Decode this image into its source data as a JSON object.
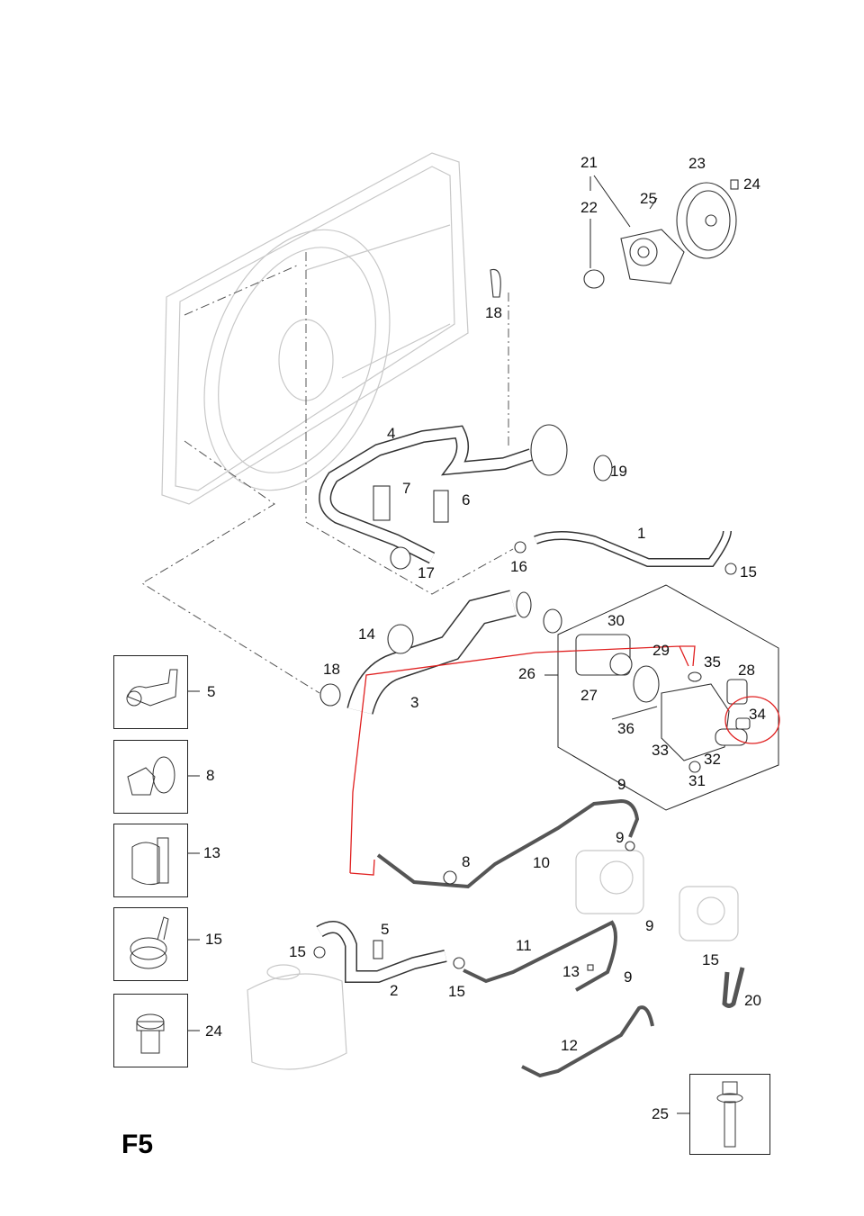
{
  "page": {
    "title": "F5"
  },
  "colors": {
    "annotation": "#e02020",
    "line": "#222222",
    "ghost": "#c8c8c8"
  },
  "labels": {
    "p1": "1",
    "p2": "2",
    "p3": "3",
    "p4": "4",
    "p5": "5",
    "p6": "6",
    "p7": "7",
    "p8": "8",
    "p9a": "9",
    "p9b": "9",
    "p9c": "9",
    "p9d": "9",
    "p10": "10",
    "p11": "11",
    "p12": "12",
    "p13": "13",
    "p14": "14",
    "p15a": "15",
    "p15b": "15",
    "p15c": "15",
    "p15d": "15",
    "p16": "16",
    "p17": "17",
    "p18a": "18",
    "p18b": "18",
    "p19": "19",
    "p20": "20",
    "p21": "21",
    "p22": "22",
    "p23": "23",
    "p24": "24",
    "p25": "25",
    "p26": "26",
    "p27": "27",
    "p28": "28",
    "p29": "29",
    "p30": "30",
    "p31": "31",
    "p32": "32",
    "p33": "33",
    "p34": "34",
    "p35": "35",
    "p36": "36",
    "p5m": "5"
  },
  "insets": [
    {
      "id": "5",
      "part": "hose-clip"
    },
    {
      "id": "8",
      "part": "push-clip"
    },
    {
      "id": "13",
      "part": "retaining-clip"
    },
    {
      "id": "15",
      "part": "spring-clamp"
    },
    {
      "id": "24",
      "part": "torx-bolt"
    },
    {
      "id": "25",
      "part": "flange-bolt"
    }
  ],
  "annotation": {
    "highlighted_part": "34",
    "arrow_target": "35"
  }
}
